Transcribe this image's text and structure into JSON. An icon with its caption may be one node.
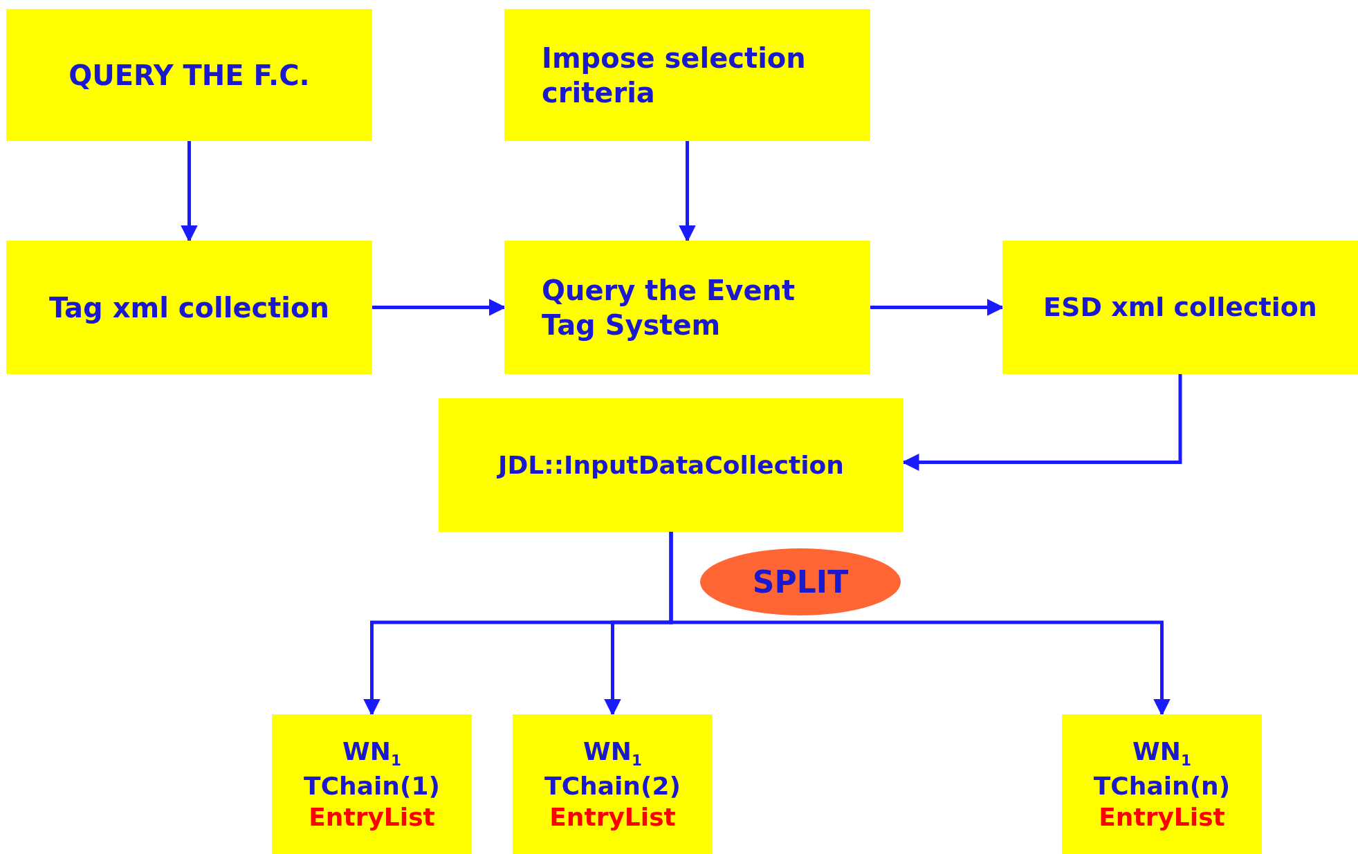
{
  "diagram": {
    "nodes": [
      {
        "text": [
          "QUERY THE F.C."
        ]
      },
      {
        "text": [
          "Impose selection criteria"
        ]
      },
      {
        "text": [
          "Tag xml collection"
        ]
      },
      {
        "text": [
          "Query the Event Tag System"
        ]
      },
      {
        "text": [
          "ESD xml collection"
        ]
      },
      {
        "text": [
          "JDL::InputDataCollection"
        ]
      },
      {
        "text": [
          "SPLIT"
        ]
      },
      {
        "text": [
          "WN$_{1}$",
          "TChain(1)",
          "EntryList"
        ]
      },
      {
        "text": [
          "WN$_{1}$",
          "TChain(2)",
          "EntryList"
        ]
      },
      {
        "text": [
          "WN$_{1}$",
          "TChain(n)",
          "EntryList"
        ]
      }
    ],
    "edges": [
      {
        "from": 0,
        "to": 2,
        "arrow": "to"
      },
      {
        "from": 1,
        "to": 3,
        "arrow": "to"
      },
      {
        "from": 2,
        "to": 3,
        "arrow": "to"
      },
      {
        "from": 3,
        "to": 4,
        "arrow": "to"
      },
      {
        "from": 4,
        "to": 5,
        "arrow": "to"
      },
      {
        "from": 5,
        "to": 7,
        "arrow": "to"
      },
      {
        "from": 5,
        "to": 8,
        "arrow": "to"
      },
      {
        "from": 5,
        "to": 9,
        "arrow": "to"
      }
    ]
  }
}
